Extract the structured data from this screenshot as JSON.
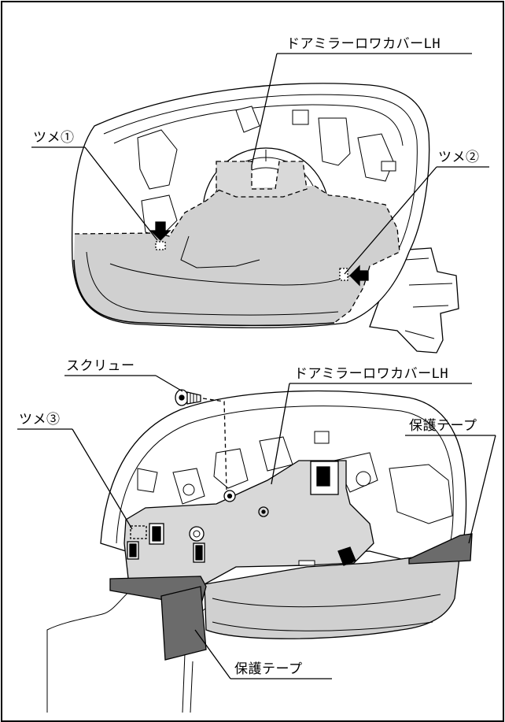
{
  "labels": {
    "cover_top": "ドアミラーロワカバーLH",
    "claw1": "ツメ①",
    "claw2": "ツメ②",
    "screw": "スクリュー",
    "cover_bottom": "ドアミラーロワカバーLH",
    "claw3": "ツメ③",
    "tape_right": "保護テープ",
    "tape_bottom": "保護テープ"
  }
}
